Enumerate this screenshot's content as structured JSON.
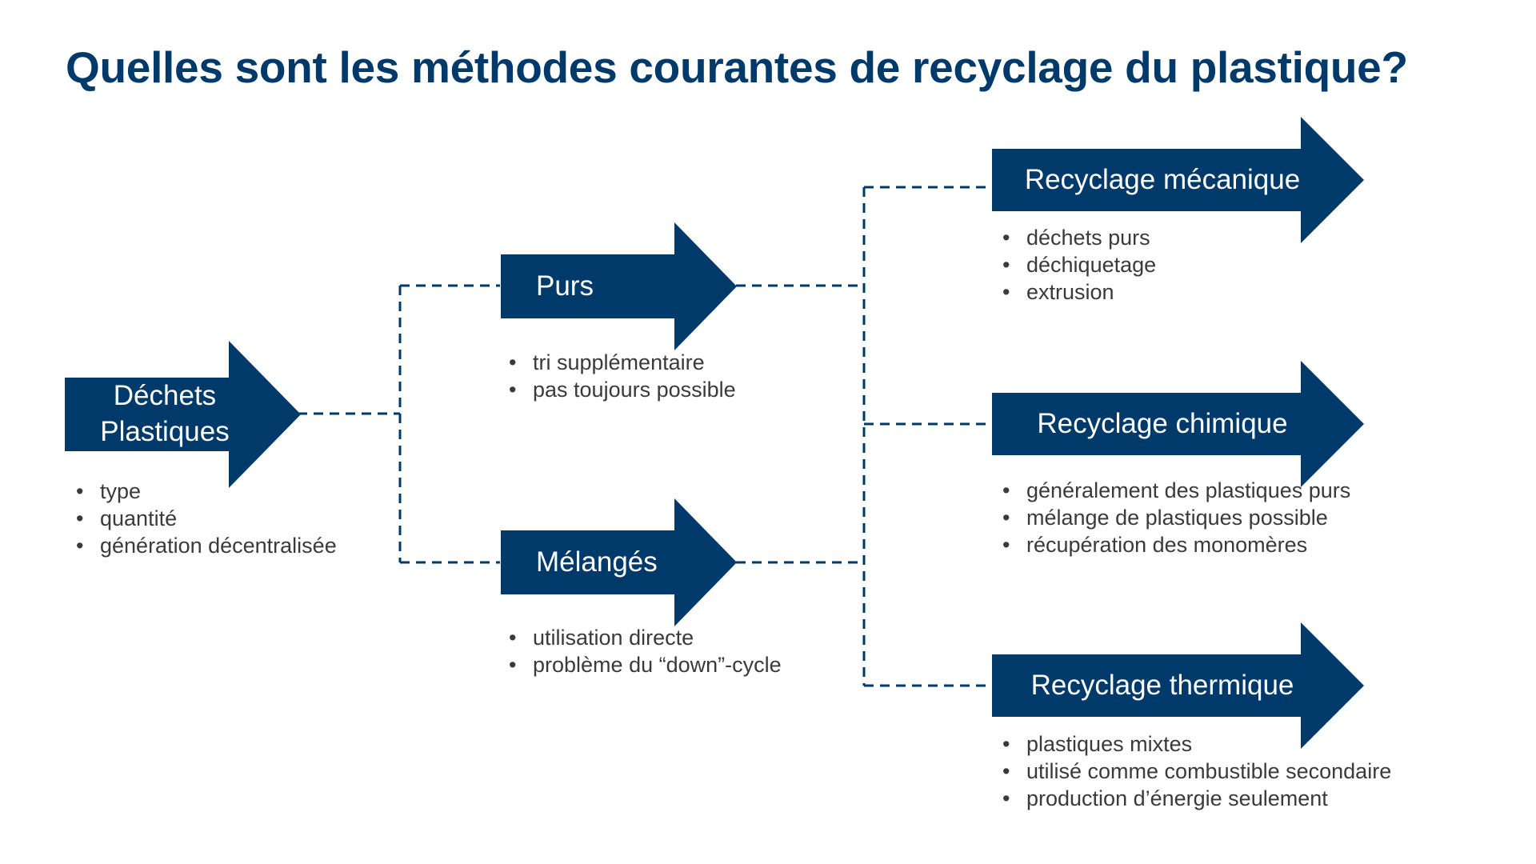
{
  "title": "Quelles sont les méthodes courantes de recyclage du plastique?",
  "colors": {
    "accent": "#003a6a",
    "text": "#3a3a3a"
  },
  "nodes": {
    "dechets": {
      "label_line1": "Déchets",
      "label_line2": "Plastiques",
      "bullets": [
        "type",
        "quantité",
        "génération décentralisée"
      ]
    },
    "purs": {
      "label": "Purs",
      "bullets": [
        "tri supplémentaire",
        "pas toujours possible"
      ]
    },
    "melanges": {
      "label": "Mélangés",
      "bullets": [
        "utilisation directe",
        "problème du “down”-cycle"
      ]
    },
    "mecanique": {
      "label": "Recyclage mécanique",
      "bullets": [
        "déchets purs",
        "déchiquetage",
        "extrusion"
      ]
    },
    "chimique": {
      "label": "Recyclage chimique",
      "bullets": [
        "généralement des plastiques purs",
        "mélange de plastiques possible",
        "récupération des monomères"
      ]
    },
    "thermique": {
      "label": "Recyclage thermique",
      "bullets": [
        "plastiques mixtes",
        "utilisé comme combustible secondaire",
        "production d’énergie seulement"
      ]
    }
  }
}
